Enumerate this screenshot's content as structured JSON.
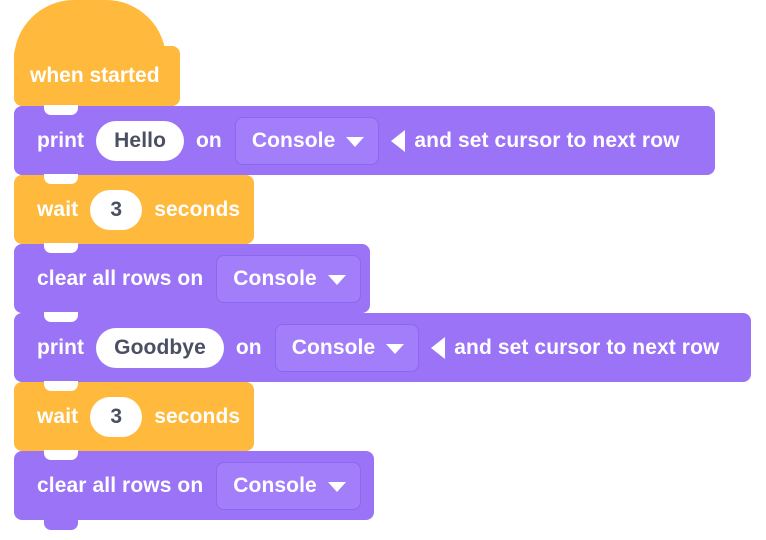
{
  "app": {
    "kind": "block-programming-workspace",
    "background_color": "#ffffff"
  },
  "palette": {
    "event_block_color": "#ffb93d",
    "console_block_color": "#9a73f7",
    "dropdown_color": "#a27efa",
    "field_text_color": "#4b4f63",
    "block_text_color": "#ffffff"
  },
  "script": {
    "hat": {
      "label": "when started",
      "category": "event",
      "color": "#ffb93d"
    },
    "blocks": [
      {
        "id": "print-hello",
        "category": "console",
        "color": "#9a73f7",
        "opcode": "print",
        "parts": {
          "lead": "print",
          "value": "Hello",
          "mid": "on",
          "target": "Console",
          "tail": "and set cursor to next row"
        }
      },
      {
        "id": "wait-1",
        "category": "control",
        "color": "#ffb93d",
        "opcode": "wait",
        "parts": {
          "lead": "wait",
          "value": "3",
          "tail": "seconds"
        }
      },
      {
        "id": "clear-1",
        "category": "console",
        "color": "#9a73f7",
        "opcode": "clear all rows",
        "parts": {
          "lead": "clear all rows on",
          "target": "Console"
        }
      },
      {
        "id": "print-goodbye",
        "category": "console",
        "color": "#9a73f7",
        "opcode": "print",
        "parts": {
          "lead": "print",
          "value": "Goodbye",
          "mid": "on",
          "target": "Console",
          "tail": "and set cursor to next row"
        }
      },
      {
        "id": "wait-2",
        "category": "control",
        "color": "#ffb93d",
        "opcode": "wait",
        "parts": {
          "lead": "wait",
          "value": "3",
          "tail": "seconds"
        }
      },
      {
        "id": "clear-2",
        "category": "console",
        "color": "#9a73f7",
        "opcode": "clear all rows",
        "parts": {
          "lead": "clear all rows on",
          "target": "Console"
        }
      }
    ]
  },
  "icons": {
    "dropdown_caret": "caret-down-icon",
    "cursor_next_row": "triangle-left-icon"
  }
}
